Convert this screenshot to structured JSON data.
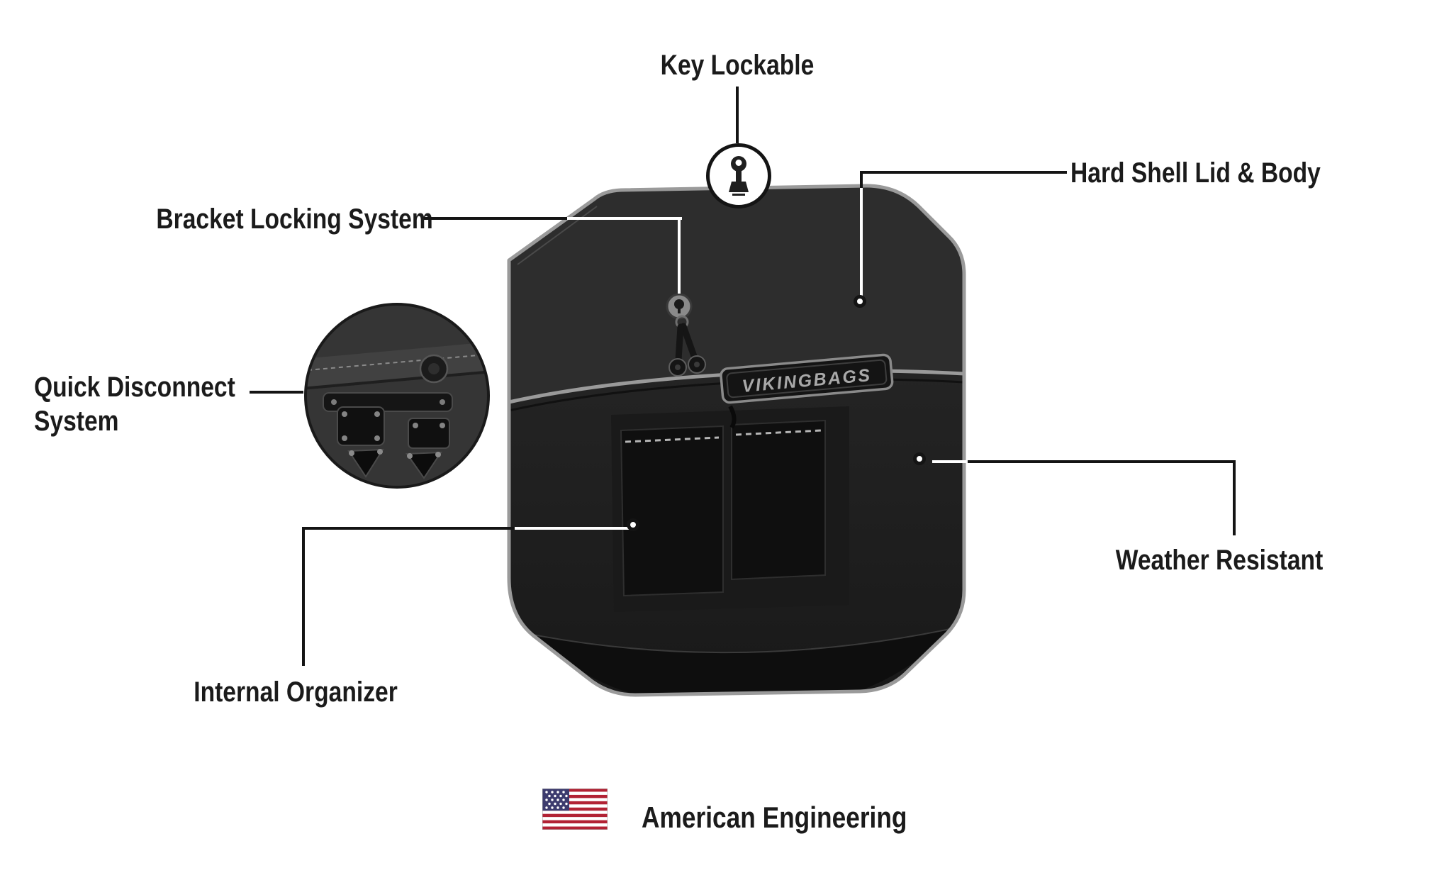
{
  "callouts": {
    "key_lockable": "Key Lockable",
    "hard_shell": "Hard Shell Lid & Body",
    "bracket_locking": "Bracket Locking System",
    "quick_disconnect": "Quick Disconnect System",
    "weather_resistant": "Weather Resistant",
    "internal_organizer": "Internal Organizer"
  },
  "footer": {
    "text": "American Engineering"
  },
  "product": {
    "brand": "VIKINGBAGS"
  },
  "icons": {
    "key": "key-icon",
    "flag": "us-flag-icon",
    "markers": "callout-dot"
  },
  "colors": {
    "label_text": "#1b1b1b",
    "leader_line": "#141414",
    "bag_body": "#212121",
    "bag_outline": "#9a9a9a",
    "flag_red": "#B22234",
    "flag_blue": "#3C3B6E"
  }
}
